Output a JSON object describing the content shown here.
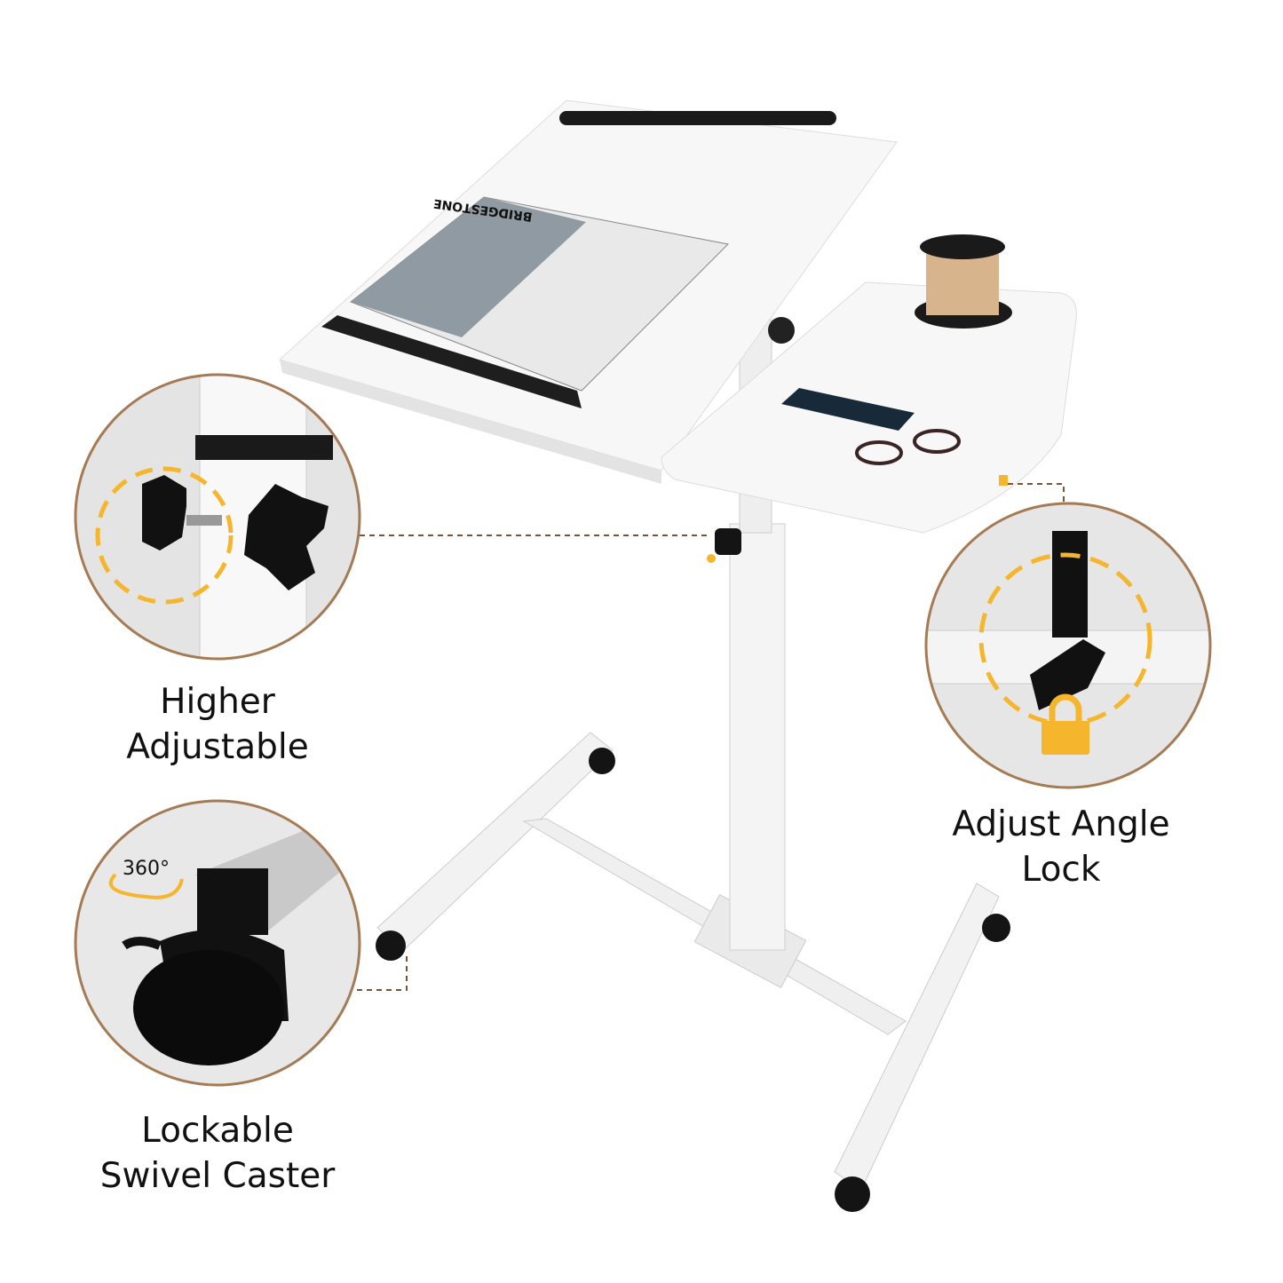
{
  "features": [
    {
      "id": "height",
      "lines": [
        "Higher",
        "Adjustable"
      ],
      "icon": "knob-rotate-icon"
    },
    {
      "id": "caster",
      "lines": [
        "Lockable",
        "Swivel Caster"
      ],
      "icon": "caster-wheel-icon",
      "badge": "360°"
    },
    {
      "id": "angle",
      "lines": [
        "Adjust Angle",
        "Lock"
      ],
      "icon": "lock-icon"
    }
  ],
  "magazine_brand": "BRIDGESTONE",
  "colors": {
    "accent": "#f5b62e",
    "circle_border": "#a47b55",
    "leader_line": "#7a5535",
    "table": "#f7f7f7",
    "black_parts": "#141414"
  }
}
